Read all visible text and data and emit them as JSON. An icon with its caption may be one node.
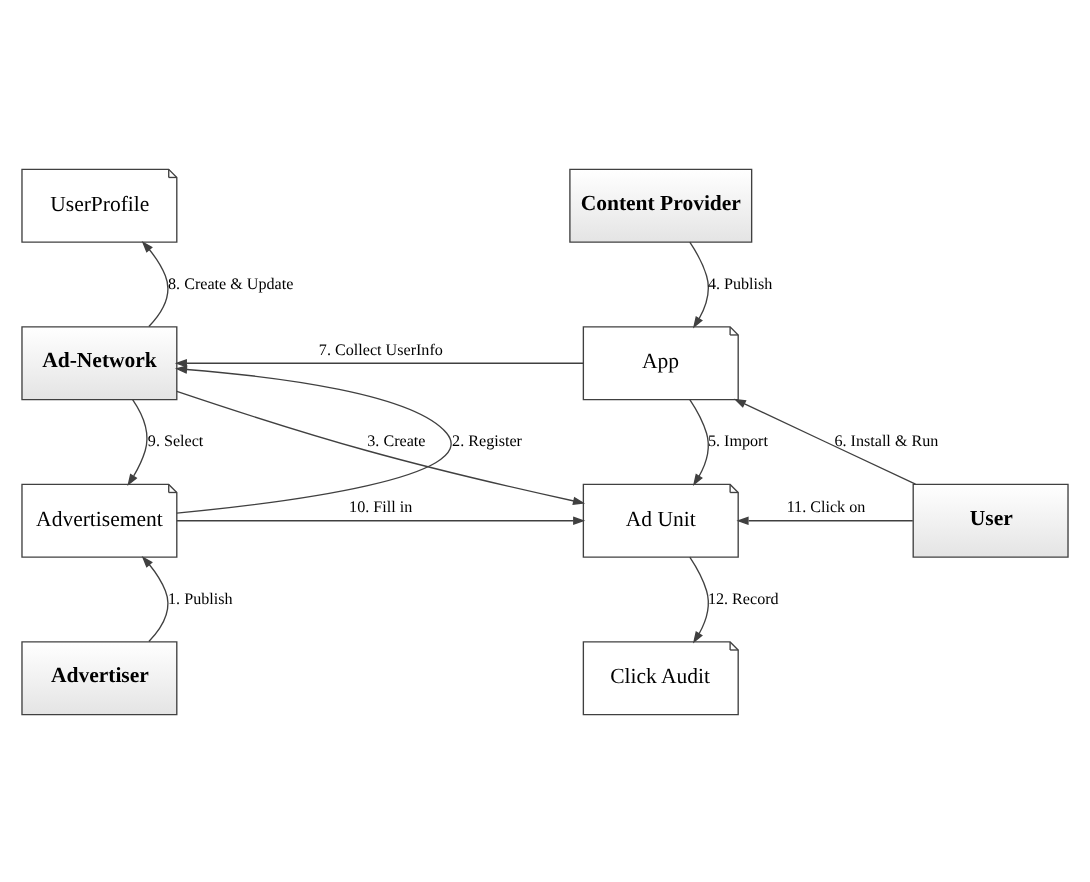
{
  "diagram": {
    "nodes": [
      {
        "text": [
          "UserProfile"
        ]
      },
      {
        "text": [
          "Content Provider"
        ]
      },
      {
        "text": [
          "Ad-Network"
        ]
      },
      {
        "text": [
          "App"
        ]
      },
      {
        "text": [
          "User"
        ]
      },
      {
        "text": [
          "Advertisement"
        ]
      },
      {
        "text": [
          "Ad Unit"
        ]
      },
      {
        "text": [
          "Advertiser"
        ]
      },
      {
        "text": [
          "Click Audit"
        ]
      }
    ],
    "edges": [
      {
        "from": 7,
        "to": 5,
        "arrow": "to",
        "label": "1. Publish"
      },
      {
        "from": 5,
        "to": 2,
        "arrow": "to",
        "label": "2. Register"
      },
      {
        "from": 2,
        "to": 6,
        "arrow": "to",
        "label": "3. Create"
      },
      {
        "from": 1,
        "to": 3,
        "arrow": "to",
        "label": "4. Publish"
      },
      {
        "from": 3,
        "to": 6,
        "arrow": "to",
        "label": "5. Import"
      },
      {
        "from": 4,
        "to": 3,
        "arrow": "to",
        "label": "6. Install & Run"
      },
      {
        "from": 3,
        "to": 2,
        "arrow": "to",
        "label": "7. Collect UserInfo"
      },
      {
        "from": 2,
        "to": 0,
        "arrow": "to",
        "label": "8. Create & Update"
      },
      {
        "from": 2,
        "to": 5,
        "arrow": "to",
        "label": "9. Select"
      },
      {
        "from": 5,
        "to": 6,
        "arrow": "to",
        "label": "10. Fill in"
      },
      {
        "from": 4,
        "to": 6,
        "arrow": "to",
        "label": "11. Click on"
      },
      {
        "from": 6,
        "to": 8,
        "arrow": "to",
        "label": "12. Record"
      }
    ]
  }
}
